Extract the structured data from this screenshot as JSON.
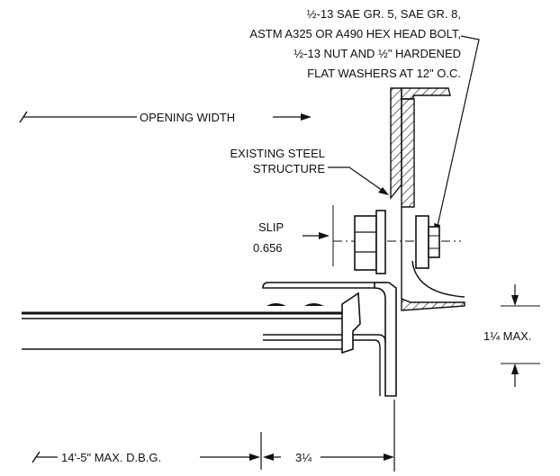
{
  "callouts": {
    "bolt_note": [
      "½-13 SAE GR. 5, SAE GR. 8,",
      "ASTM A325 OR A490 HEX HEAD BOLT,",
      "½-13 NUT AND ½\" HARDENED",
      "FLAT WASHERS AT 12\" O.C."
    ],
    "opening_width": "OPENING WIDTH",
    "existing_structure": [
      "EXISTING STEEL",
      "STRUCTURE"
    ],
    "slip_label": "SLIP",
    "slip_value": "0.656",
    "max_height": "1¼ MAX.",
    "max_dbg": "14'-5\" MAX. D.B.G.",
    "width_dim": "3¼"
  }
}
